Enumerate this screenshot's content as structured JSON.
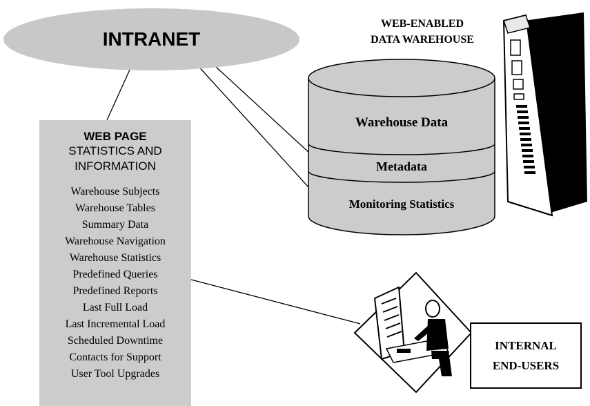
{
  "intranet": {
    "label": "INTRANET"
  },
  "web_page": {
    "title": "WEB PAGE",
    "subtitle_line1": "STATISTICS AND",
    "subtitle_line2": "INFORMATION",
    "items": [
      "Warehouse Subjects",
      "Warehouse Tables",
      "Summary Data",
      "Warehouse Navigation",
      "Warehouse Statistics",
      "Predefined Queries",
      "Predefined Reports",
      "Last Full Load",
      "Last Incremental Load",
      "Scheduled Downtime",
      "Contacts for Support",
      "User Tool Upgrades"
    ]
  },
  "data_warehouse": {
    "title_line1": "WEB-ENABLED",
    "title_line2": "DATA WAREHOUSE",
    "sections": {
      "warehouse_data": "Warehouse Data",
      "metadata": "Metadata",
      "monitoring": "Monitoring Statistics"
    }
  },
  "end_users": {
    "line1": "INTERNAL",
    "line2": "END-USERS"
  },
  "colors": {
    "gray_fill": "#cccccc",
    "ellipse_fill": "#c8c8c8",
    "line": "#000000"
  },
  "icons": [
    "server-tower-icon",
    "user-at-workstation-icon"
  ]
}
